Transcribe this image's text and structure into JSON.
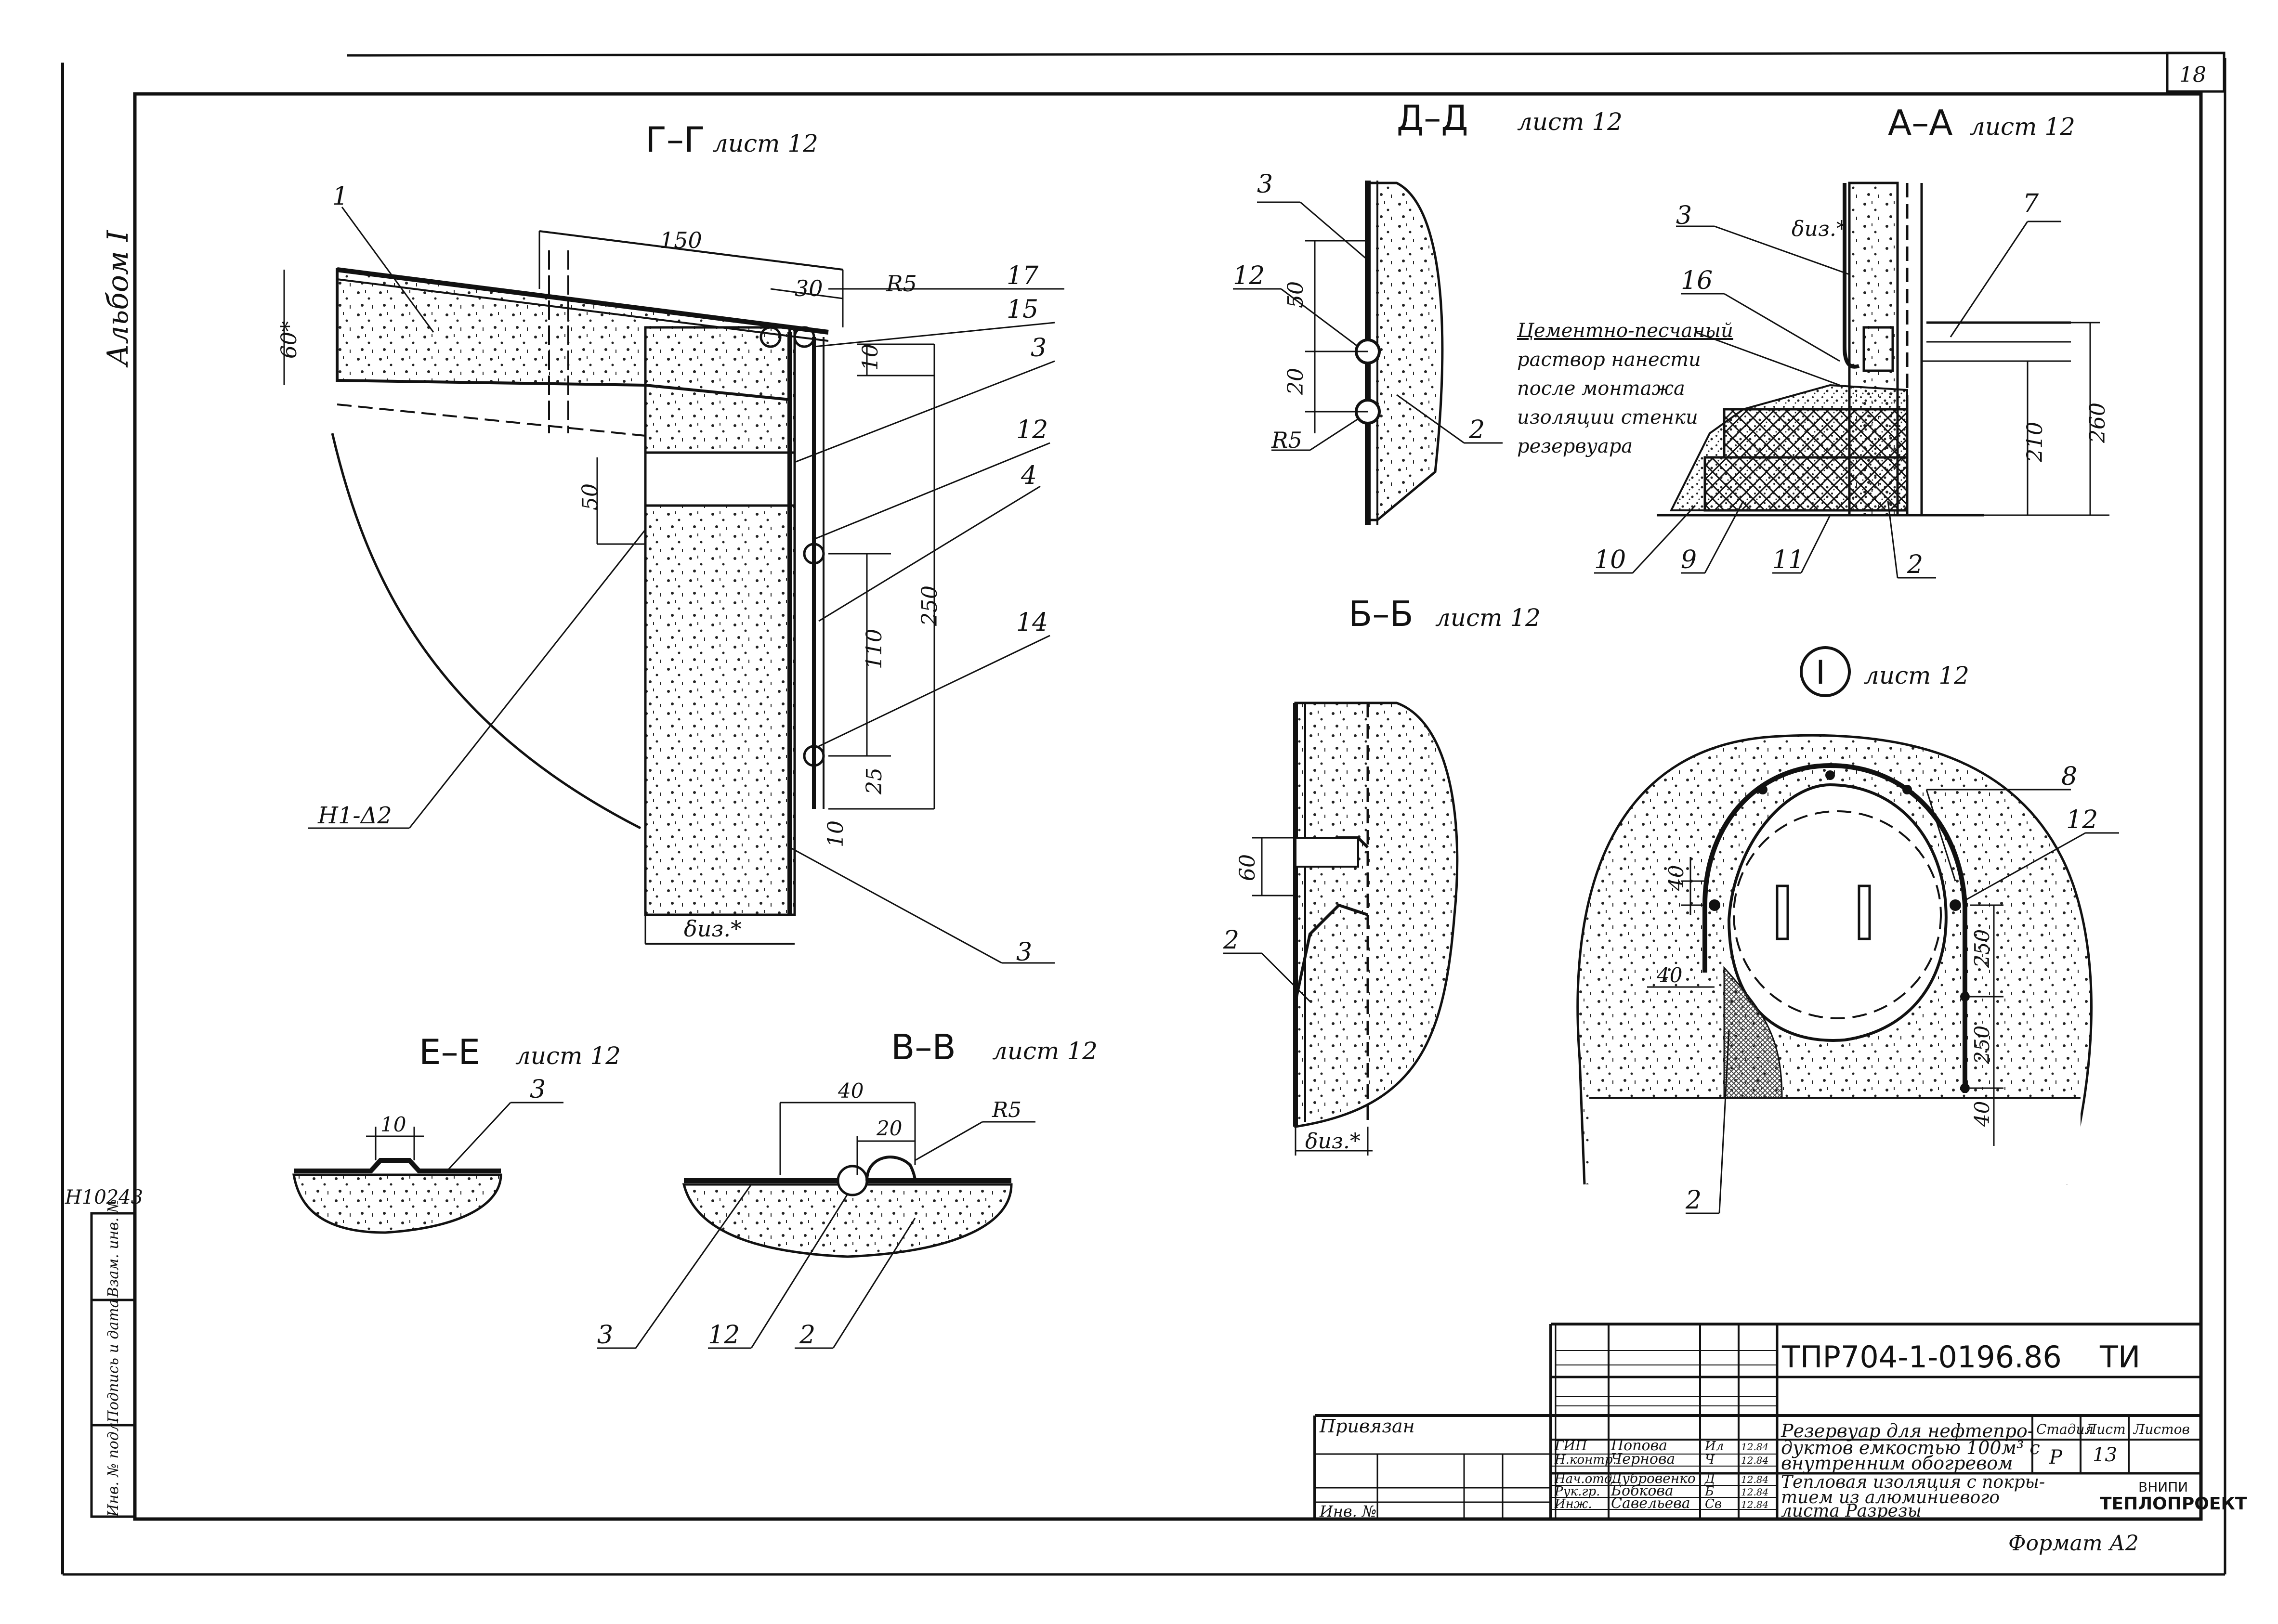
{
  "sheet": {
    "page_number": "18",
    "album": "Альбом I",
    "inventory_code": "Н10243",
    "margin_labels": [
      "Инв. № подл.",
      "Подпись и дата",
      "Взам. инв. №"
    ],
    "format": "Формат А2"
  },
  "sections": {
    "gg": {
      "title": "Г–Г",
      "sheet_ref": "лист 12",
      "dims": [
        "150",
        "30",
        "R5",
        "10",
        "60*",
        "50",
        "250",
        "110",
        "25",
        "10",
        "δиз.*"
      ],
      "callouts": [
        "1",
        "17",
        "15",
        "3",
        "12",
        "4",
        "14",
        "Н1-Δ2",
        "3"
      ]
    },
    "dd": {
      "title": "Д–Д",
      "sheet_ref": "лист 12",
      "dims": [
        "50",
        "20",
        "R5"
      ],
      "callouts": [
        "3",
        "12",
        "2"
      ]
    },
    "aa": {
      "title": "А–А",
      "sheet_ref": "лист 12",
      "dims": [
        "δиз.*",
        "260",
        "210"
      ],
      "callouts": [
        "3",
        "16",
        "7",
        "10",
        "9",
        "11",
        "2"
      ],
      "note_lines": [
        "Цементно-песчаный",
        "раствор нанести",
        "после монтажа",
        "изоляции стенки",
        "резервуара"
      ]
    },
    "bb": {
      "title": "Б–Б",
      "sheet_ref": "лист 12",
      "dims": [
        "60",
        "δиз.*"
      ],
      "callouts": [
        "2"
      ]
    },
    "detail1": {
      "title": "I",
      "sheet_ref": "лист 12",
      "dims": [
        "40",
        "40",
        "250",
        "250",
        "40"
      ],
      "callouts": [
        "8",
        "12",
        "2"
      ]
    },
    "ee": {
      "title": "Е–Е",
      "sheet_ref": "лист 12",
      "dims": [
        "10"
      ],
      "callouts": [
        "3"
      ]
    },
    "vv": {
      "title": "В–В",
      "sheet_ref": "лист 12",
      "dims": [
        "40",
        "20",
        "R5"
      ],
      "callouts": [
        "3",
        "12",
        "2"
      ]
    }
  },
  "title_block": {
    "document_code": "ТПР704-1-0196.86",
    "doc_type": "ТИ",
    "privyazan": "Привязан",
    "inv_label": "Инв. №",
    "roles": [
      {
        "role": "ГИП",
        "name": "Попова",
        "sign": "Ил",
        "date": "12.84"
      },
      {
        "role": "Н.контр.",
        "name": "Чернова",
        "sign": "Ч",
        "date": "12.84"
      },
      {
        "role": "Нач.отд.",
        "name": "Дубровенко",
        "sign": "Д",
        "date": "12.84"
      },
      {
        "role": "Рук.гр.",
        "name": "Бобкова",
        "sign": "Б",
        "date": "12.84"
      },
      {
        "role": "Инж.",
        "name": "Савельева",
        "sign": "Св",
        "date": "12.84"
      }
    ],
    "title_line1": "Резервуар для нефтепро-",
    "title_line2": "дуктов емкостью 100м³ с",
    "title_line3": "внутренним обогревом",
    "subtitle_line1": "Тепловая изоляция с покры-",
    "subtitle_line2": "тием из алюминиевого",
    "subtitle_line3": "листа        Разрезы",
    "stage_label": "Стадия",
    "sheet_label": "Лист",
    "sheets_label": "Листов",
    "stage": "Р",
    "sheet": "13",
    "org_line1": "ВНИПИ",
    "org_line2": "ТЕПЛОПРОЕКТ"
  },
  "colors": {
    "ink": "#111111",
    "paper": "#ffffff",
    "mesh": "#444444"
  }
}
